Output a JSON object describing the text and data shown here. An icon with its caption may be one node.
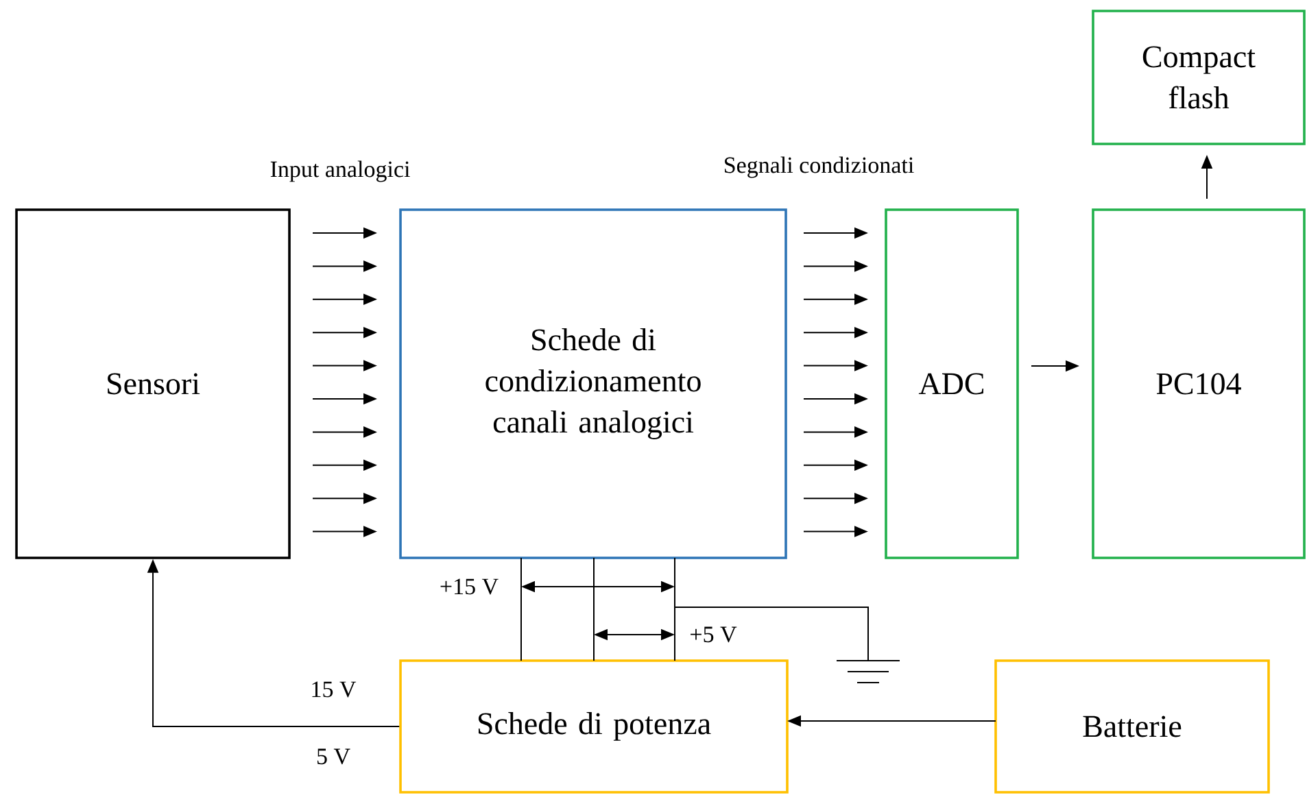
{
  "diagram": {
    "nodes": [
      {
        "text": [
          "Sensori"
        ]
      },
      {
        "text": [
          "Schede di condizionamento canali analogici"
        ]
      },
      {
        "text": [
          "ADC"
        ]
      },
      {
        "text": [
          "PC104"
        ]
      },
      {
        "text": [
          "Compact flash"
        ]
      },
      {
        "text": [
          "Schede di potenza"
        ]
      },
      {
        "text": [
          "Batterie"
        ]
      },
      {
        "text": [],
        "shape": "ground"
      }
    ],
    "edges": [
      {
        "from": 0,
        "to": 1,
        "arrow": "to"
      },
      {
        "from": 0,
        "to": 1,
        "arrow": "to"
      },
      {
        "from": 0,
        "to": 1,
        "arrow": "to"
      },
      {
        "from": 0,
        "to": 1,
        "arrow": "to"
      },
      {
        "from": 0,
        "to": 1,
        "arrow": "to"
      },
      {
        "from": 0,
        "to": 1,
        "arrow": "to"
      },
      {
        "from": 0,
        "to": 1,
        "arrow": "to"
      },
      {
        "from": 0,
        "to": 1,
        "arrow": "to"
      },
      {
        "from": 0,
        "to": 1,
        "arrow": "to"
      },
      {
        "from": 0,
        "to": 1,
        "arrow": "to"
      },
      {
        "from": 1,
        "to": 2,
        "arrow": "to"
      },
      {
        "from": 1,
        "to": 2,
        "arrow": "to"
      },
      {
        "from": 1,
        "to": 2,
        "arrow": "to"
      },
      {
        "from": 1,
        "to": 2,
        "arrow": "to"
      },
      {
        "from": 1,
        "to": 2,
        "arrow": "to"
      },
      {
        "from": 1,
        "to": 2,
        "arrow": "to"
      },
      {
        "from": 1,
        "to": 2,
        "arrow": "to"
      },
      {
        "from": 1,
        "to": 2,
        "arrow": "to"
      },
      {
        "from": 1,
        "to": 2,
        "arrow": "to"
      },
      {
        "from": 1,
        "to": 2,
        "arrow": "to"
      },
      {
        "from": 2,
        "to": 3,
        "arrow": "to"
      },
      {
        "from": 3,
        "to": 4,
        "arrow": "to"
      },
      {
        "from": 1,
        "to": 5,
        "arrow": "none"
      },
      {
        "from": 1,
        "to": 5,
        "arrow": "none"
      },
      {
        "from": 1,
        "to": 5,
        "arrow": "none"
      },
      {
        "from": 5,
        "to": 7,
        "arrow": "none"
      },
      {
        "from": 6,
        "to": 5,
        "arrow": "to"
      },
      {
        "from": 5,
        "to": 0,
        "arrow": "to"
      }
    ],
    "labels": [
      "Input analogici",
      "Segnali condizionati",
      "+15 V",
      "+5 V",
      "15 V",
      "5 V"
    ]
  }
}
